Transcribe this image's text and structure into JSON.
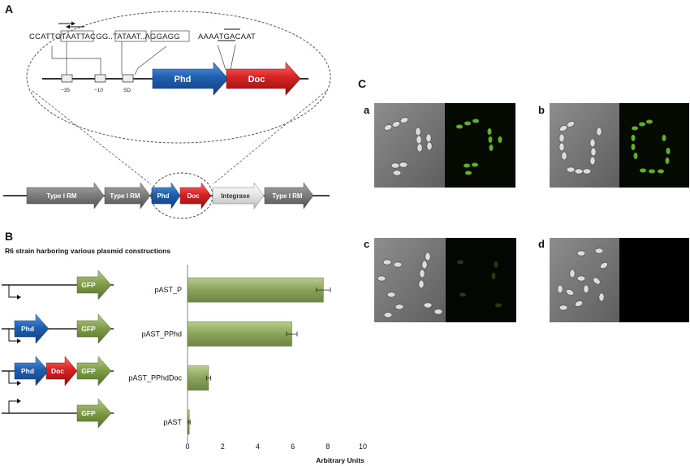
{
  "panels": {
    "a_label": "A",
    "b_label": "B",
    "c_label": "C"
  },
  "panel_a": {
    "promoter_seq": "CCATTGTAATTACGG..TATAAT..AGGAGG",
    "junction_seq": "AAAATGACAAT",
    "box_labels": [
      "−35",
      "−10",
      "SD"
    ],
    "zoom_phd": "Phd",
    "zoom_doc": "Doc",
    "locus_genes": [
      "Type I RM",
      "Type I RM",
      "Phd",
      "Doc",
      "Integrase",
      "Type I RM"
    ]
  },
  "panel_b": {
    "title": "R6 strain harboring various plasmid constructions",
    "constructs": [
      {
        "genes": [
          "GFP"
        ]
      },
      {
        "genes": [
          "Phd",
          "GFP"
        ]
      },
      {
        "genes": [
          "Phd",
          "Doc",
          "GFP"
        ]
      },
      {
        "genes": [
          "GFP"
        ]
      }
    ]
  },
  "panel_c": {
    "labels": [
      "a",
      "b",
      "c",
      "d"
    ]
  },
  "chart_data": {
    "type": "bar",
    "orientation": "horizontal",
    "categories": [
      "pAST_P",
      "pAST_PPhd",
      "pAST_PPhdDoc",
      "pAST"
    ],
    "values": [
      7.75,
      5.95,
      1.2,
      0.1
    ],
    "errors": [
      0.4,
      0.3,
      0.12,
      0.05
    ],
    "xlabel": "Arbitrary Units",
    "xlim": [
      0,
      10
    ],
    "xticks": [
      0,
      2,
      4,
      6,
      8,
      10
    ],
    "bar_color": "#8aa35a",
    "grid": false
  },
  "colors": {
    "phd": "#1f5fb0",
    "doc": "#d82222",
    "gfp": "#7d9b45",
    "rm": "#7b7b7b",
    "integrase": "#e4e4e4",
    "fluor": "#6fbf2a"
  }
}
